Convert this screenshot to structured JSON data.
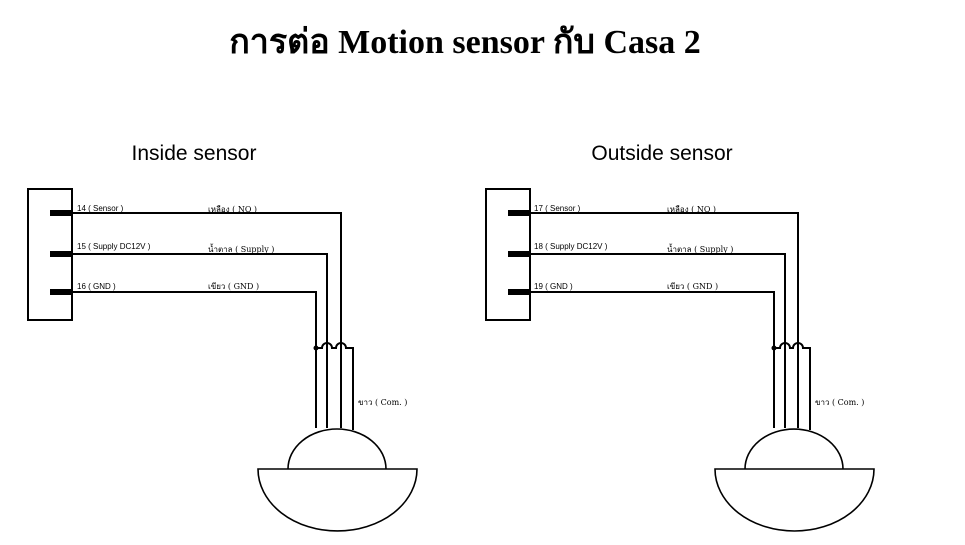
{
  "title": "การต่อ Motion sensor กับ Casa 2",
  "panels": [
    {
      "heading": "Inside sensor",
      "pins": [
        {
          "label": "14 ( Sensor )",
          "wire": "เหลือง ( NO )"
        },
        {
          "label": "15 ( Supply DC12V )",
          "wire": "น้ำตาล ( Supply )"
        },
        {
          "label": "16 ( GND )",
          "wire": "เขียว ( GND )"
        }
      ],
      "common": "ขาว ( Com. )"
    },
    {
      "heading": "Outside sensor",
      "pins": [
        {
          "label": "17 ( Sensor )",
          "wire": "เหลือง ( NO )"
        },
        {
          "label": "18 ( Supply DC12V )",
          "wire": "น้ำตาล ( Supply )"
        },
        {
          "label": "19 ( GND )",
          "wire": "เขียว ( GND )"
        }
      ],
      "common": "ขาว ( Com. )"
    }
  ]
}
